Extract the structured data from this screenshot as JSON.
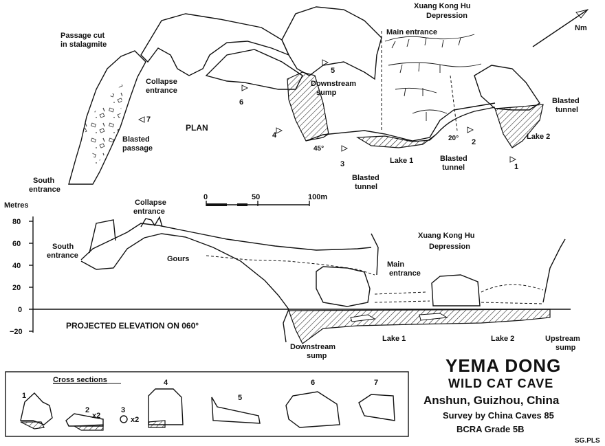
{
  "plan": {
    "title": "PLAN",
    "north": "Nm",
    "labels": {
      "passage_cut": [
        "Passage cut",
        "in stalagmite"
      ],
      "collapse_entrance": [
        "Collapse",
        "entrance"
      ],
      "blasted_passage": [
        "Blasted",
        "passage"
      ],
      "south_entrance": [
        "South",
        "entrance"
      ],
      "depression": [
        "Xuang Kong Hu",
        "Depression"
      ],
      "main_entrance": "Main entrance",
      "downstream_sump": [
        "Downstream",
        "sump"
      ],
      "blasted_tunnel_right": [
        "Blasted",
        "tunnel"
      ],
      "blasted_tunnel_mid": [
        "Blasted",
        "tunnel"
      ],
      "blasted_tunnel_low": [
        "Blasted",
        "tunnel"
      ],
      "lake1": "Lake 1",
      "lake2": "Lake 2",
      "dip": "45°",
      "slope": "20°"
    },
    "section_markers": [
      "1",
      "2",
      "3",
      "4",
      "5",
      "6",
      "7"
    ]
  },
  "scale_bar": {
    "ticks": [
      "0",
      "50",
      "100m"
    ]
  },
  "elevation": {
    "title": "PROJECTED ELEVATION ON 060°",
    "axis_title": "Metres",
    "ticks": [
      "80",
      "60",
      "40",
      "20",
      "0",
      "−20"
    ],
    "labels": {
      "collapse_entrance": [
        "Collapse",
        "entrance"
      ],
      "south_entrance": [
        "South",
        "entrance"
      ],
      "gours": "Gours",
      "depression": [
        "Xuang Kong Hu",
        "Depression"
      ],
      "main_entrance": [
        "Main",
        "entrance"
      ],
      "downstream_sump": [
        "Downstream",
        "sump"
      ],
      "lake1": "Lake 1",
      "lake2": "Lake 2",
      "upstream_sump": [
        "Upstream",
        "sump"
      ]
    }
  },
  "cross_sections": {
    "heading": "Cross sections",
    "numbers": [
      "1",
      "2",
      "3",
      "4",
      "5",
      "6",
      "7"
    ],
    "multipliers": [
      "x2",
      "x2"
    ]
  },
  "title_block": {
    "name": "YEMA DONG",
    "subtitle": "WILD CAT CAVE",
    "location": "Anshun, Guizhou, China",
    "survey": "Survey by China Caves 85",
    "grade": "BCRA Grade 5B"
  },
  "credit": "SG.PLS"
}
